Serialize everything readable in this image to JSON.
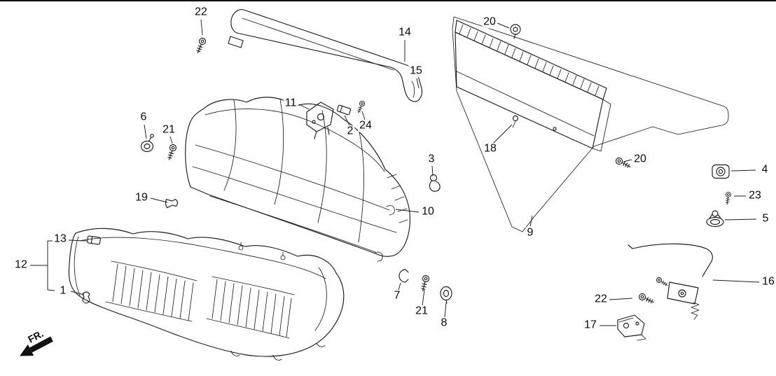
{
  "figure": {
    "kind": "exploded-parts-diagram",
    "subject": "rear seat assembly",
    "background": "#ffffff",
    "line_color": "#1c1c1c",
    "fr_label": "FR.",
    "callouts": [
      {
        "label": "22"
      },
      {
        "label": "14"
      },
      {
        "label": "20"
      },
      {
        "label": "15"
      },
      {
        "label": "11"
      },
      {
        "label": "2"
      },
      {
        "label": "24"
      },
      {
        "label": "6"
      },
      {
        "label": "21"
      },
      {
        "label": "18"
      },
      {
        "label": "3"
      },
      {
        "label": "20"
      },
      {
        "label": "4"
      },
      {
        "label": "23"
      },
      {
        "label": "19"
      },
      {
        "label": "10"
      },
      {
        "label": "5"
      },
      {
        "label": "9"
      },
      {
        "label": "13"
      },
      {
        "label": "12"
      },
      {
        "label": "16"
      },
      {
        "label": "1"
      },
      {
        "label": "7"
      },
      {
        "label": "22"
      },
      {
        "label": "21"
      },
      {
        "label": "8"
      },
      {
        "label": "17"
      }
    ]
  }
}
